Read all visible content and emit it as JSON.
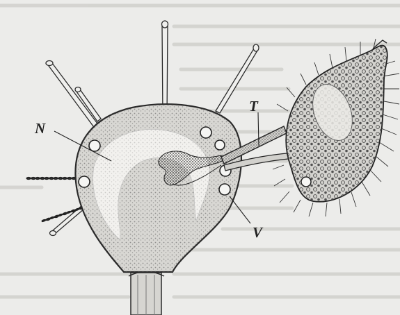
{
  "figure": {
    "labels": {
      "nucleus": "N",
      "tentacle": "T",
      "vacuole": "V"
    }
  },
  "colors": {
    "background": "#ececea",
    "ink": "#2a2a2a",
    "cell_fill": "#d8d7d3",
    "dot": "#4a4a4a",
    "faint_text": "#c9c8c4"
  }
}
